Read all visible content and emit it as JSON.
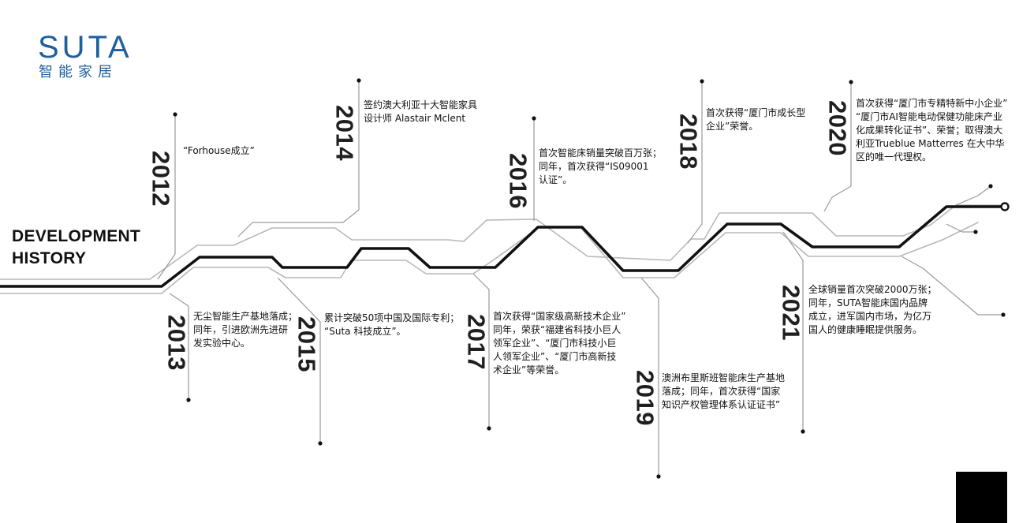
{
  "brand": {
    "name": "SUTA",
    "tagline": "智能家居"
  },
  "heading": {
    "line1": "DEVELOPMENT",
    "line2": "HISTORY"
  },
  "colors": {
    "brand_blue": "#1f5f9e",
    "main_line": "#111111",
    "secondary_line": "#b8b8b8",
    "text": "#111111"
  },
  "milestones": [
    {
      "id": "2012",
      "year": "2012",
      "text": "“Forhouse成立”"
    },
    {
      "id": "2013",
      "year": "2013",
      "text": "无尘智能生产基地落成；\n同年，引进欧洲先进研\n发实验中心。"
    },
    {
      "id": "2014",
      "year": "2014",
      "text": "签约澳大利亚十大智能家具\n设计师 Alastair Mclent"
    },
    {
      "id": "2015",
      "year": "2015",
      "text": "累计突破50项中国及国际专利；\n“Suta 科技成立”。"
    },
    {
      "id": "2016",
      "year": "2016",
      "text": "首次智能床销量突破百万张；\n同年，首次获得“IS09001\n认证”。"
    },
    {
      "id": "2017",
      "year": "2017",
      "text": "首次获得“国家级高新技术企业”\n同年，荣获“福建省科技小巨人\n领军企业”、“厦门市科技小巨\n人领军企业”、“厦门市高新技\n术企业”等荣誉。"
    },
    {
      "id": "2018",
      "year": "2018",
      "text": "首次获得“厦门市成长型\n企业”荣誉。"
    },
    {
      "id": "2019",
      "year": "2019",
      "text": "澳洲布里斯班智能床生产基地\n落成；同年，首次获得“国家\n知识产权管理体系认证证书”"
    },
    {
      "id": "2020",
      "year": "2020",
      "text": "首次获得“厦门市专精特新中小企业”\n“厦门市AI智能电动保健功能床产业\n化成果转化证书”、荣誉；取得澳大\n利亚Trueblue Matterres 在大中华\n区的唯一代理权。"
    },
    {
      "id": "2021",
      "year": "2021",
      "text": "全球销量首次突破2000万张；\n同年，SUTA智能床国内品牌\n成立，进军国内市场，为亿万\n国人的健康睡眠提供服务。"
    }
  ]
}
